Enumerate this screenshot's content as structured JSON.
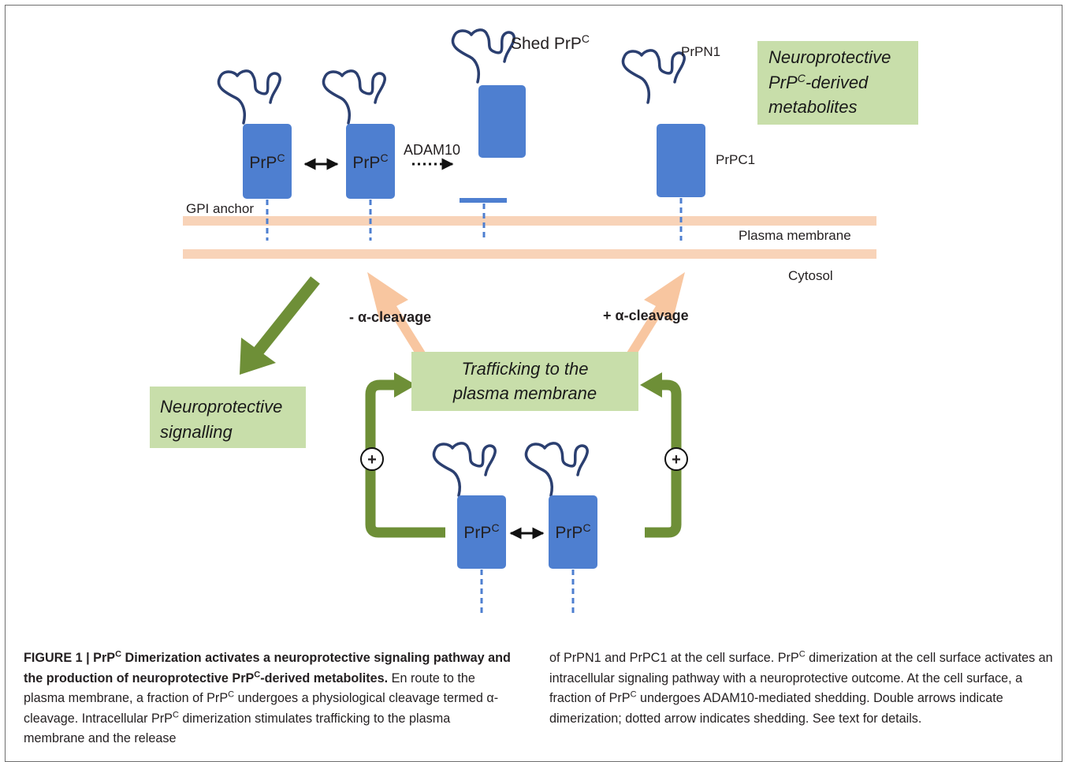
{
  "diagram": {
    "prpc_label": "PrP",
    "prpc_sup": "C",
    "shed_label": "Shed PrP",
    "shed_sup": "C",
    "adam10_label": "ADAM10",
    "gpi_anchor_label": "GPI anchor",
    "prpn1_label": "PrPN1",
    "prpc1_label": "PrPC1",
    "plasma_membrane_label": "Plasma membrane",
    "cytosol_label": "Cytosol",
    "minus_alpha_label": "- α-cleavage",
    "plus_alpha_label": "+ α-cleavage",
    "plus_symbol": "+",
    "box_metabolites": {
      "line1": "Neuroprotective",
      "line2_a": "PrP",
      "line2_sup": "C",
      "line2_b": "-derived",
      "line3": "metabolites"
    },
    "box_trafficking": {
      "line1": "Trafficking to the",
      "line2": "plasma membrane"
    },
    "box_signalling": {
      "line1": "Neuroprotective",
      "line2": "signalling"
    },
    "colors": {
      "protein": "#4e7fd0",
      "coil": "#2b3f70",
      "membrane": "#f8d3b8",
      "box": "#c8deaa",
      "green_arrow": "#6e8f37",
      "peach_arrow": "#f8c6a0"
    }
  },
  "caption": {
    "figure_num": "FIGURE 1 | PrP",
    "title_sup1": "C",
    "title_a": " Dimerization activates a neuroprotective signaling pathway and the production of neuroprotective PrP",
    "title_sup2": "C",
    "title_b": "-derived metabolites.",
    "left_a": " En route to the plasma membrane, a fraction of PrP",
    "left_sup1": "C",
    "left_b": " undergoes a physiological cleavage termed α-cleavage. Intracellular PrP",
    "left_sup2": "C",
    "left_c": " dimerization stimulates trafficking to the plasma membrane and the release",
    "right_a": "of PrPN1 and PrPC1 at the cell surface. PrP",
    "right_sup1": "C",
    "right_b": " dimerization at the cell surface activates an intracellular signaling pathway with a neuroprotective outcome. At the cell surface, a fraction of PrP",
    "right_sup2": "C",
    "right_c": " undergoes ADAM10-mediated shedding. Double arrows indicate dimerization; dotted arrow indicates shedding. See text for details."
  }
}
